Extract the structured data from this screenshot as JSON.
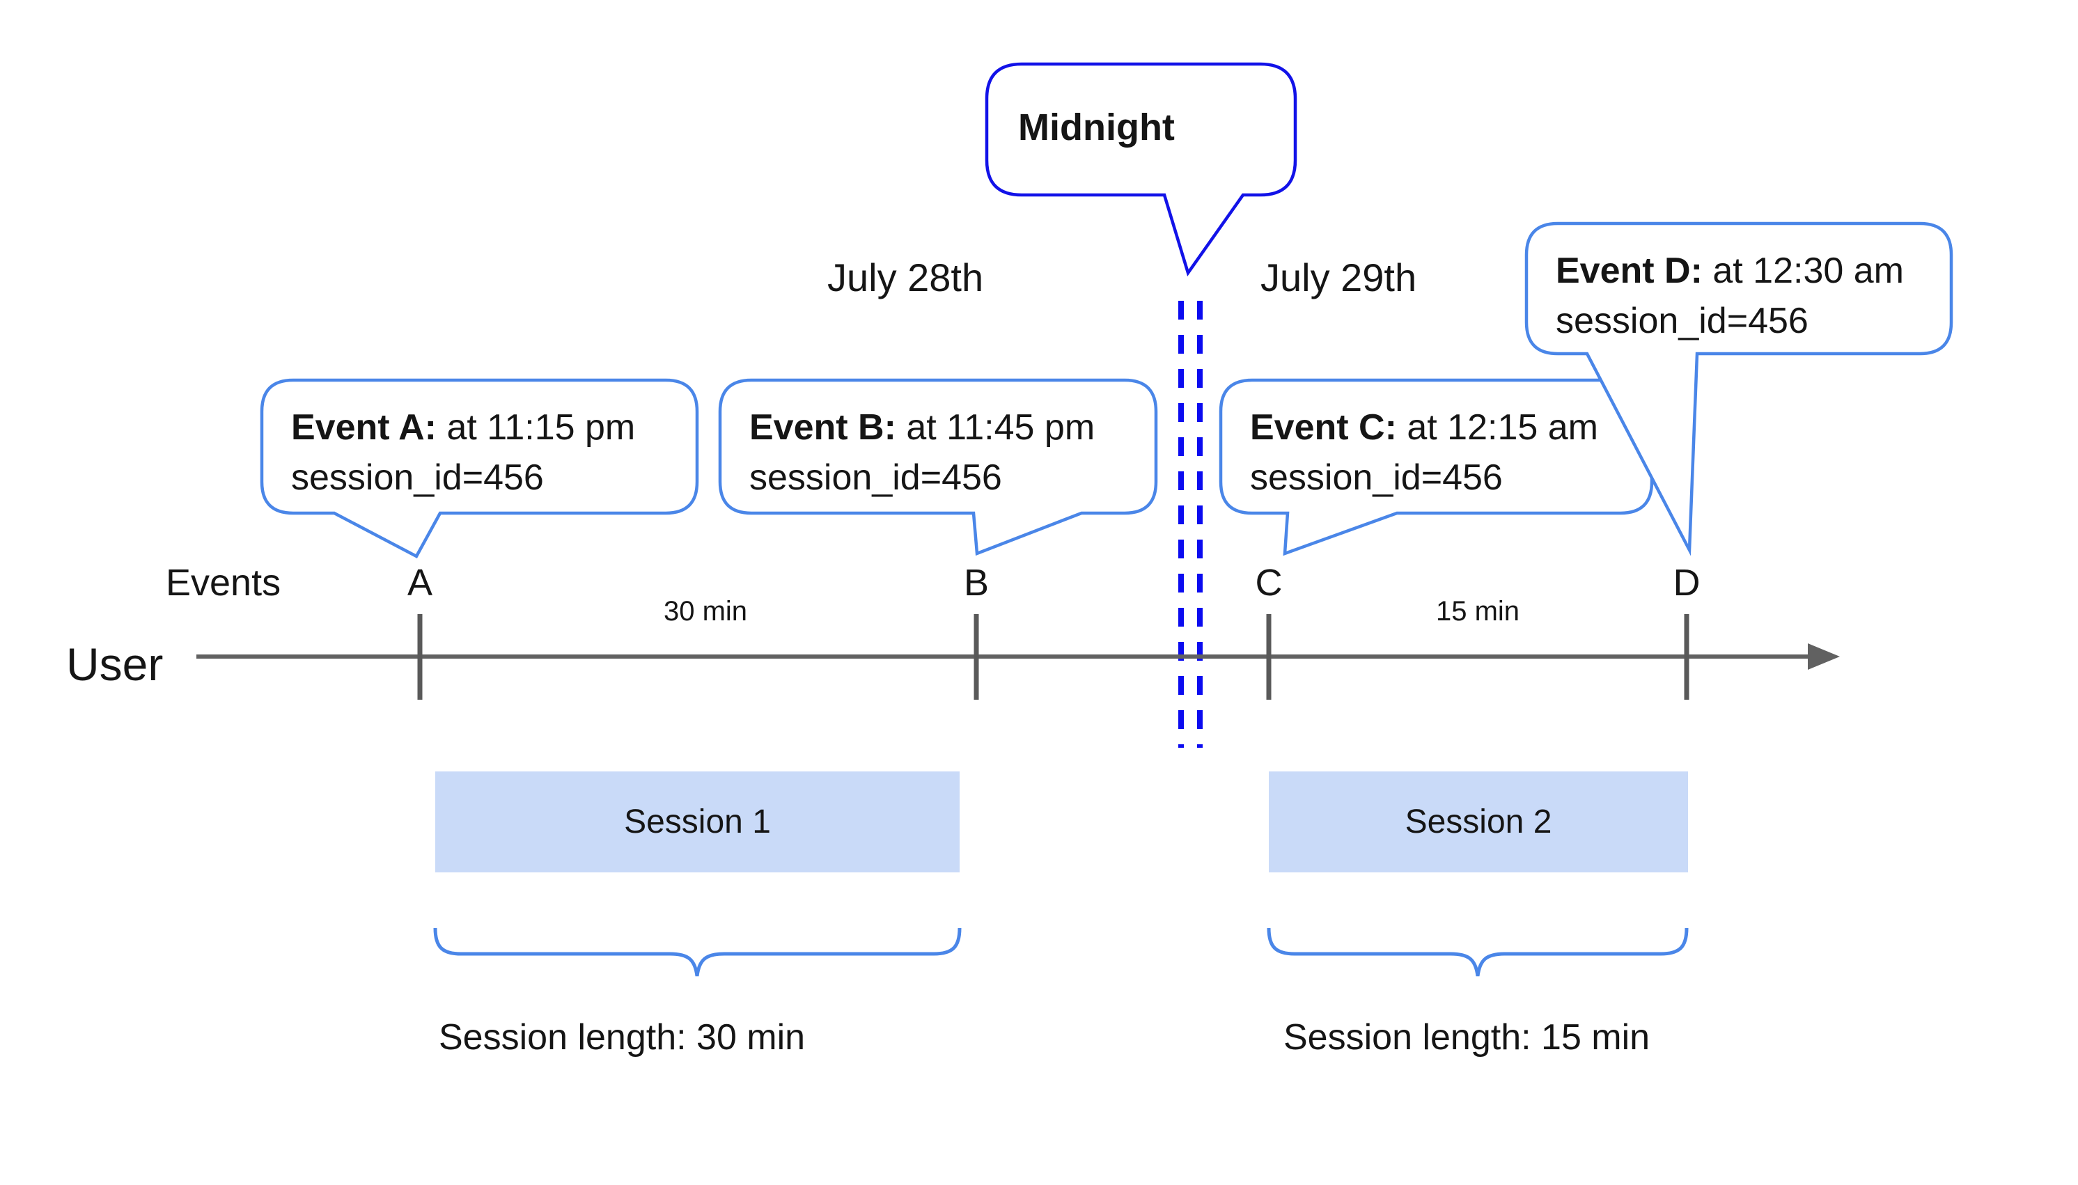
{
  "title": "User session timeline across midnight",
  "colors": {
    "event_callout_border": "#4a86e8",
    "midnight_callout_border": "#1212e8",
    "midnight_dashed_line": "#0b0bf0",
    "timeline_axis": "#616161",
    "session_box_fill": "#c9daf8",
    "brace": "#4a86e8",
    "text": "#151515"
  },
  "midnight_callout": {
    "label": "Midnight"
  },
  "date_labels": {
    "before_midnight": "July 28th",
    "after_midnight": "July 29th"
  },
  "event_callouts": [
    {
      "event": "A",
      "title": "Event A:",
      "time_text": " at 11:15 pm",
      "detail": "session_id=456"
    },
    {
      "event": "B",
      "title": "Event B:",
      "time_text": " at 11:45 pm",
      "detail": "session_id=456"
    },
    {
      "event": "C",
      "title": "Event C:",
      "time_text": " at 12:15 am",
      "detail": "session_id=456"
    },
    {
      "event": "D",
      "title": "Event D:",
      "time_text": " at 12:30 am",
      "detail": "session_id=456"
    }
  ],
  "timeline": {
    "events_label": "Events",
    "user_label": "User",
    "markers": [
      {
        "label": "A"
      },
      {
        "label": "B"
      },
      {
        "label": "C"
      },
      {
        "label": "D"
      }
    ],
    "gap_labels": [
      {
        "label": "30 min"
      },
      {
        "label": "15 min"
      }
    ]
  },
  "sessions": [
    {
      "label": "Session 1",
      "length_label": "Session length: 30 min"
    },
    {
      "label": "Session 2",
      "length_label": "Session length: 15 min"
    }
  ]
}
